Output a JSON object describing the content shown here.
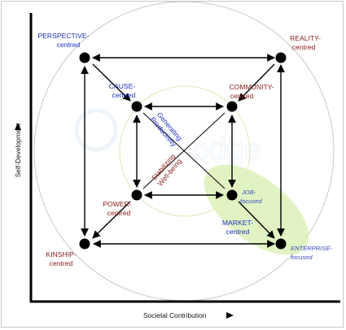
{
  "axes": {
    "x_label": "Societal Contribution",
    "y_label": "Self-Development"
  },
  "nodes": {
    "perspective": {
      "line1": "PERSPECTIVE-",
      "line2": "centred"
    },
    "reality": {
      "line1": "REALITY-",
      "line2": "centred"
    },
    "cause": {
      "line1": "CAUSE-",
      "line2": "centred"
    },
    "community": {
      "line1": "COMMUNITY-",
      "line2": "centred"
    },
    "power": {
      "line1": "POWER-",
      "line2": "centred"
    },
    "kinship": {
      "line1": "KINSHIP-",
      "line2": "centred"
    },
    "market": {
      "line1": "MARKET-",
      "line2": "centred"
    }
  },
  "annotations": {
    "generating": {
      "line1": "Generating",
      "line2": "Productivity"
    },
    "stabilizing": {
      "line1": "Stabilizing",
      "line2": "Well-being"
    },
    "job": {
      "line1": "JOB-",
      "line2": "focused"
    },
    "enterprise": {
      "line1": "ENTERPRISE-",
      "line2": "focused"
    }
  },
  "watermark": {
    "text": "odge"
  },
  "colors": {
    "blue_label": "#1f2fbf",
    "red_label": "#8b1a1a",
    "green_ellipse": "#d9f0b4",
    "circle_outline": "#c8c8c8"
  }
}
